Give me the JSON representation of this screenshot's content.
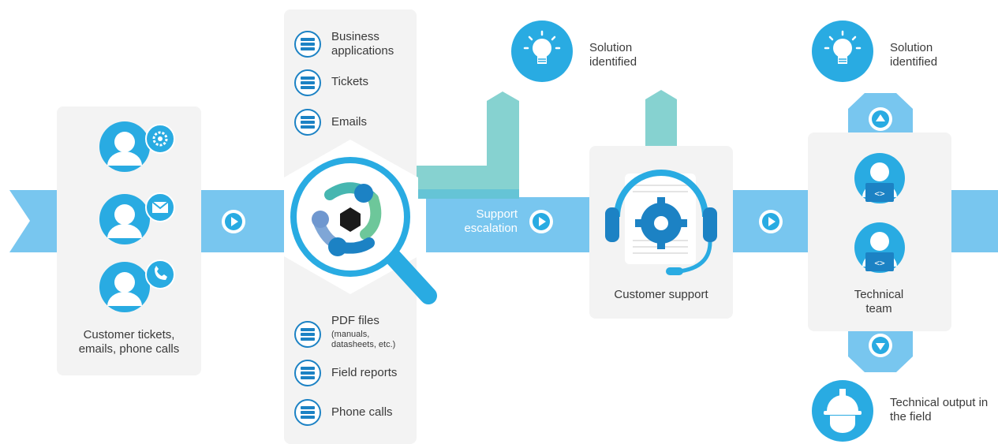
{
  "colors": {
    "flow_band": "#78c6ef",
    "accent_blue": "#29abe2",
    "dark_blue": "#1c82c4",
    "teal": "#86d2d0",
    "panel_bg": "#f3f3f3"
  },
  "customer_inputs": {
    "label": "Customer tickets, emails, phone calls",
    "badges": [
      "gear-icon",
      "envelope-icon",
      "phone-icon"
    ]
  },
  "knowledge_sources": {
    "top": [
      {
        "label": "Business applications"
      },
      {
        "label": "Tickets"
      },
      {
        "label": "Emails"
      }
    ],
    "bottom": [
      {
        "label": "PDF files",
        "sub": "(manuals, datasheets, etc.)"
      },
      {
        "label": "Field reports"
      },
      {
        "label": "Phone calls"
      }
    ]
  },
  "escalation": {
    "label": "Support escalation"
  },
  "solution_1": {
    "label": "Solution identified"
  },
  "solution_2": {
    "label": "Solution identified"
  },
  "customer_support": {
    "label": "Customer support"
  },
  "technical_team": {
    "label": "Technical team"
  },
  "field_output": {
    "label": "Technical output in the field"
  }
}
